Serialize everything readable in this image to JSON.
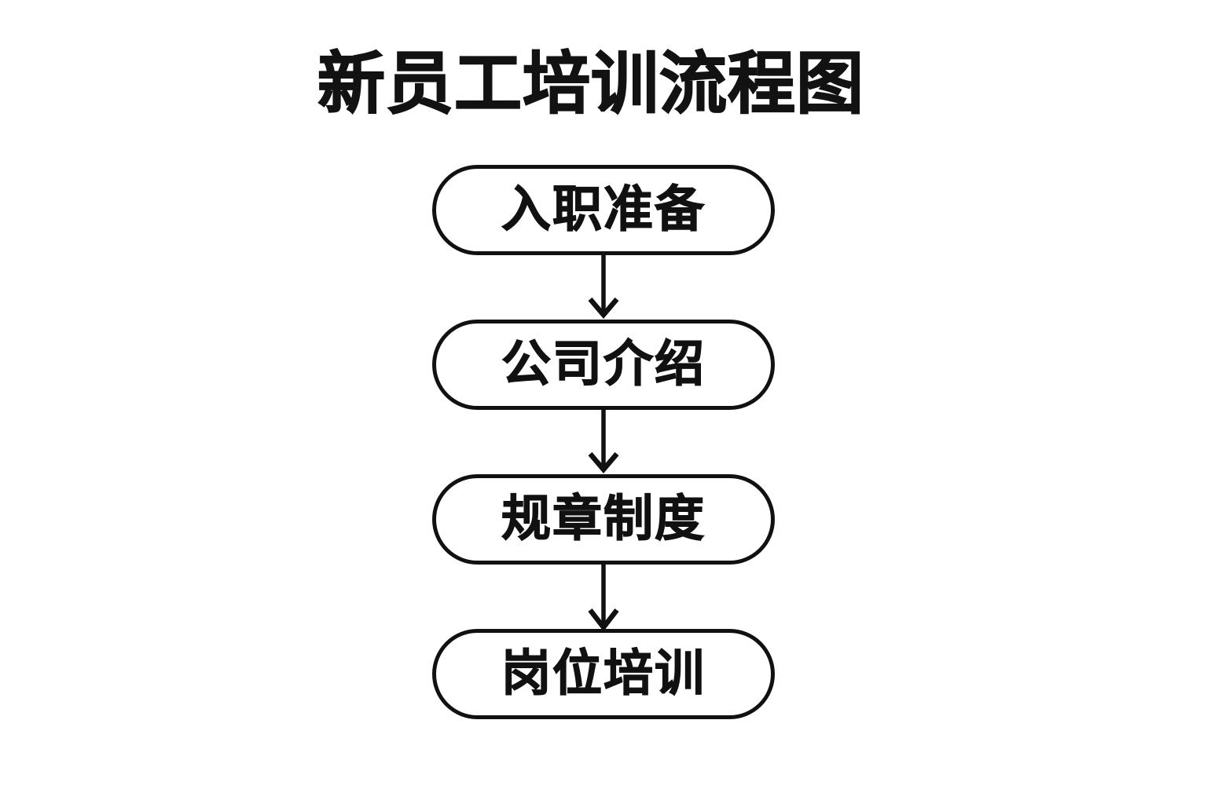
{
  "title": "新员工培训流程图",
  "colors": {
    "background": "#ffffff",
    "stroke": "#111111",
    "text": "#111111"
  },
  "diagram": {
    "type": "flowchart",
    "orientation": "vertical",
    "node_shape": "stadium",
    "nodes": [
      {
        "id": "step-1",
        "label": "入职准备"
      },
      {
        "id": "step-2",
        "label": "公司介绍"
      },
      {
        "id": "step-3",
        "label": "规章制度"
      },
      {
        "id": "step-4",
        "label": "岗位培训"
      }
    ],
    "edges": [
      {
        "from": "step-1",
        "to": "step-2",
        "arrow": "down-arrow",
        "label": ""
      },
      {
        "from": "step-2",
        "to": "step-3",
        "arrow": "down-arrow",
        "label": ""
      },
      {
        "from": "step-3",
        "to": "step-4",
        "arrow": "down-arrow",
        "label": ""
      }
    ]
  }
}
